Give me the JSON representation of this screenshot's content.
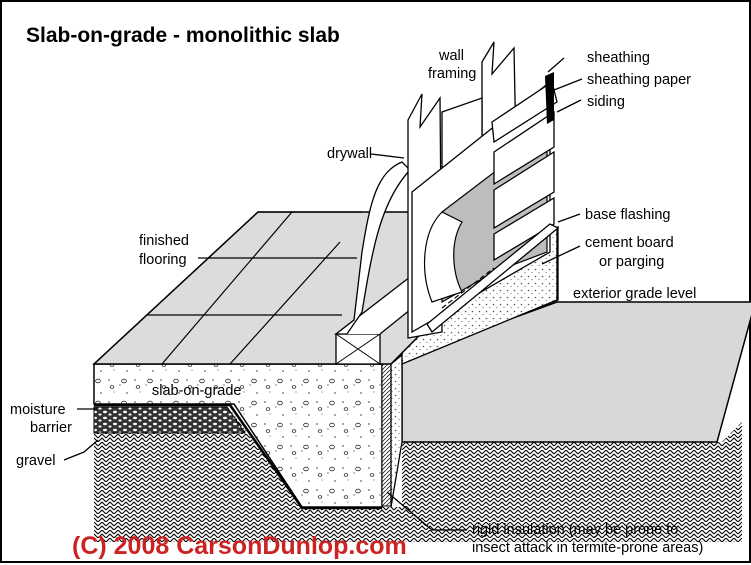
{
  "title": "Slab-on-grade - monolithic slab",
  "labels": {
    "wall_framing": [
      "wall",
      "framing"
    ],
    "sheathing": "sheathing",
    "sheathing_paper": "sheathing paper",
    "siding": "siding",
    "drywall": "drywall",
    "finished_flooring": [
      "finished",
      "flooring"
    ],
    "base_flashing": "base flashing",
    "cement_board": [
      "cement board",
      "or parging"
    ],
    "exterior_grade": "exterior grade level",
    "slab": "slab-on-grade",
    "moisture_barrier": [
      "moisture",
      "barrier"
    ],
    "gravel": "gravel",
    "rigid_insulation": [
      "rigid insulation (may be prone to",
      "insect attack in termite-prone areas)"
    ]
  },
  "copyright": "(C) 2008 CarsonDunlop.com",
  "colors": {
    "copyright": "#cc2222",
    "line": "#000000",
    "tile": "#cfcfcf",
    "slab_top": "#dcdcdc",
    "grade": "#d8d8d8",
    "sheathing_paper": "#bdbdbd"
  }
}
